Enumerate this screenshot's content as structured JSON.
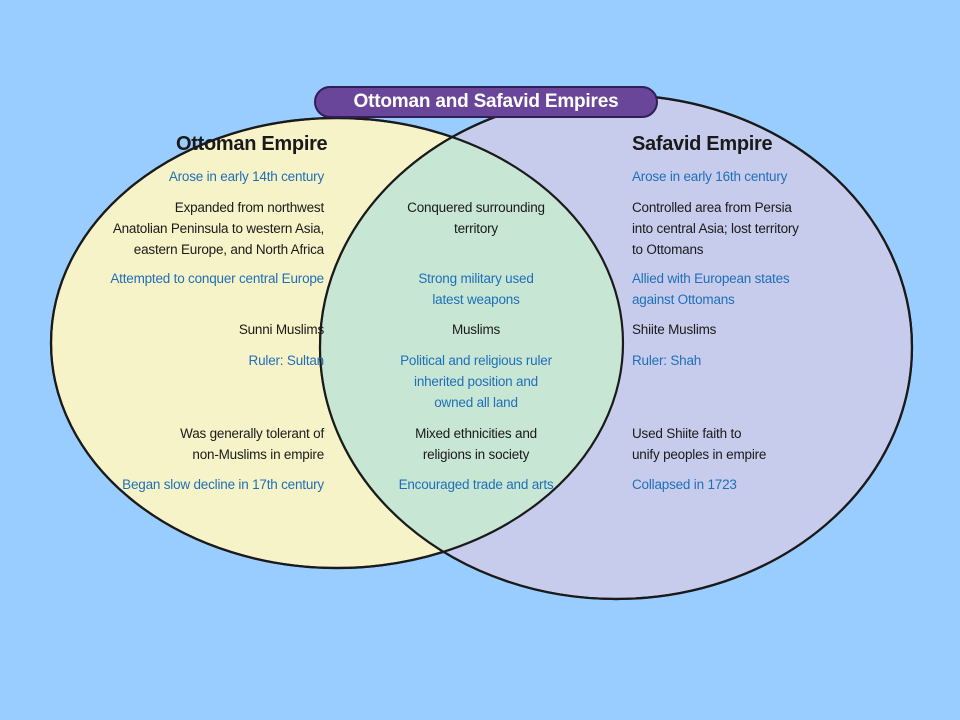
{
  "title": "Ottoman and Safavid Empires",
  "colors": {
    "background": "#99ccff",
    "ottoman_fill": "#f7f3c8",
    "safavid_fill": "#c8ccec",
    "overlap_fill": "#c8e6d4",
    "outline": "#1a1a1a",
    "title_pill": "#6a469a",
    "blue_text": "#1f6fb8"
  },
  "ottoman": {
    "heading": "Ottoman Empire",
    "items": [
      "Arose in early 14th century",
      "Expanded from northwest\nAnatolian Peninsula to western Asia,\neastern Europe, and North Africa",
      "Attempted to conquer central Europe",
      "Sunni Muslims",
      "Ruler: Sultan",
      "Was generally tolerant of\nnon-Muslims in empire",
      "Began slow decline in 17th century"
    ]
  },
  "both": {
    "items": [
      "Conquered surrounding\nterritory",
      "Strong military used\nlatest weapons",
      "Muslims",
      "Political and religious ruler\ninherited position and\nowned all land",
      "Mixed ethnicities and\nreligions in society",
      "Encouraged trade and arts"
    ]
  },
  "safavid": {
    "heading": "Safavid Empire",
    "items": [
      "Arose in early 16th century",
      "Controlled area from Persia\ninto central Asia; lost territory\nto Ottomans",
      "Allied with European states\nagainst Ottomans",
      "Shiite Muslims",
      "Ruler: Shah",
      "Used Shiite faith to\nunify peoples in empire",
      "Collapsed in 1723"
    ]
  }
}
